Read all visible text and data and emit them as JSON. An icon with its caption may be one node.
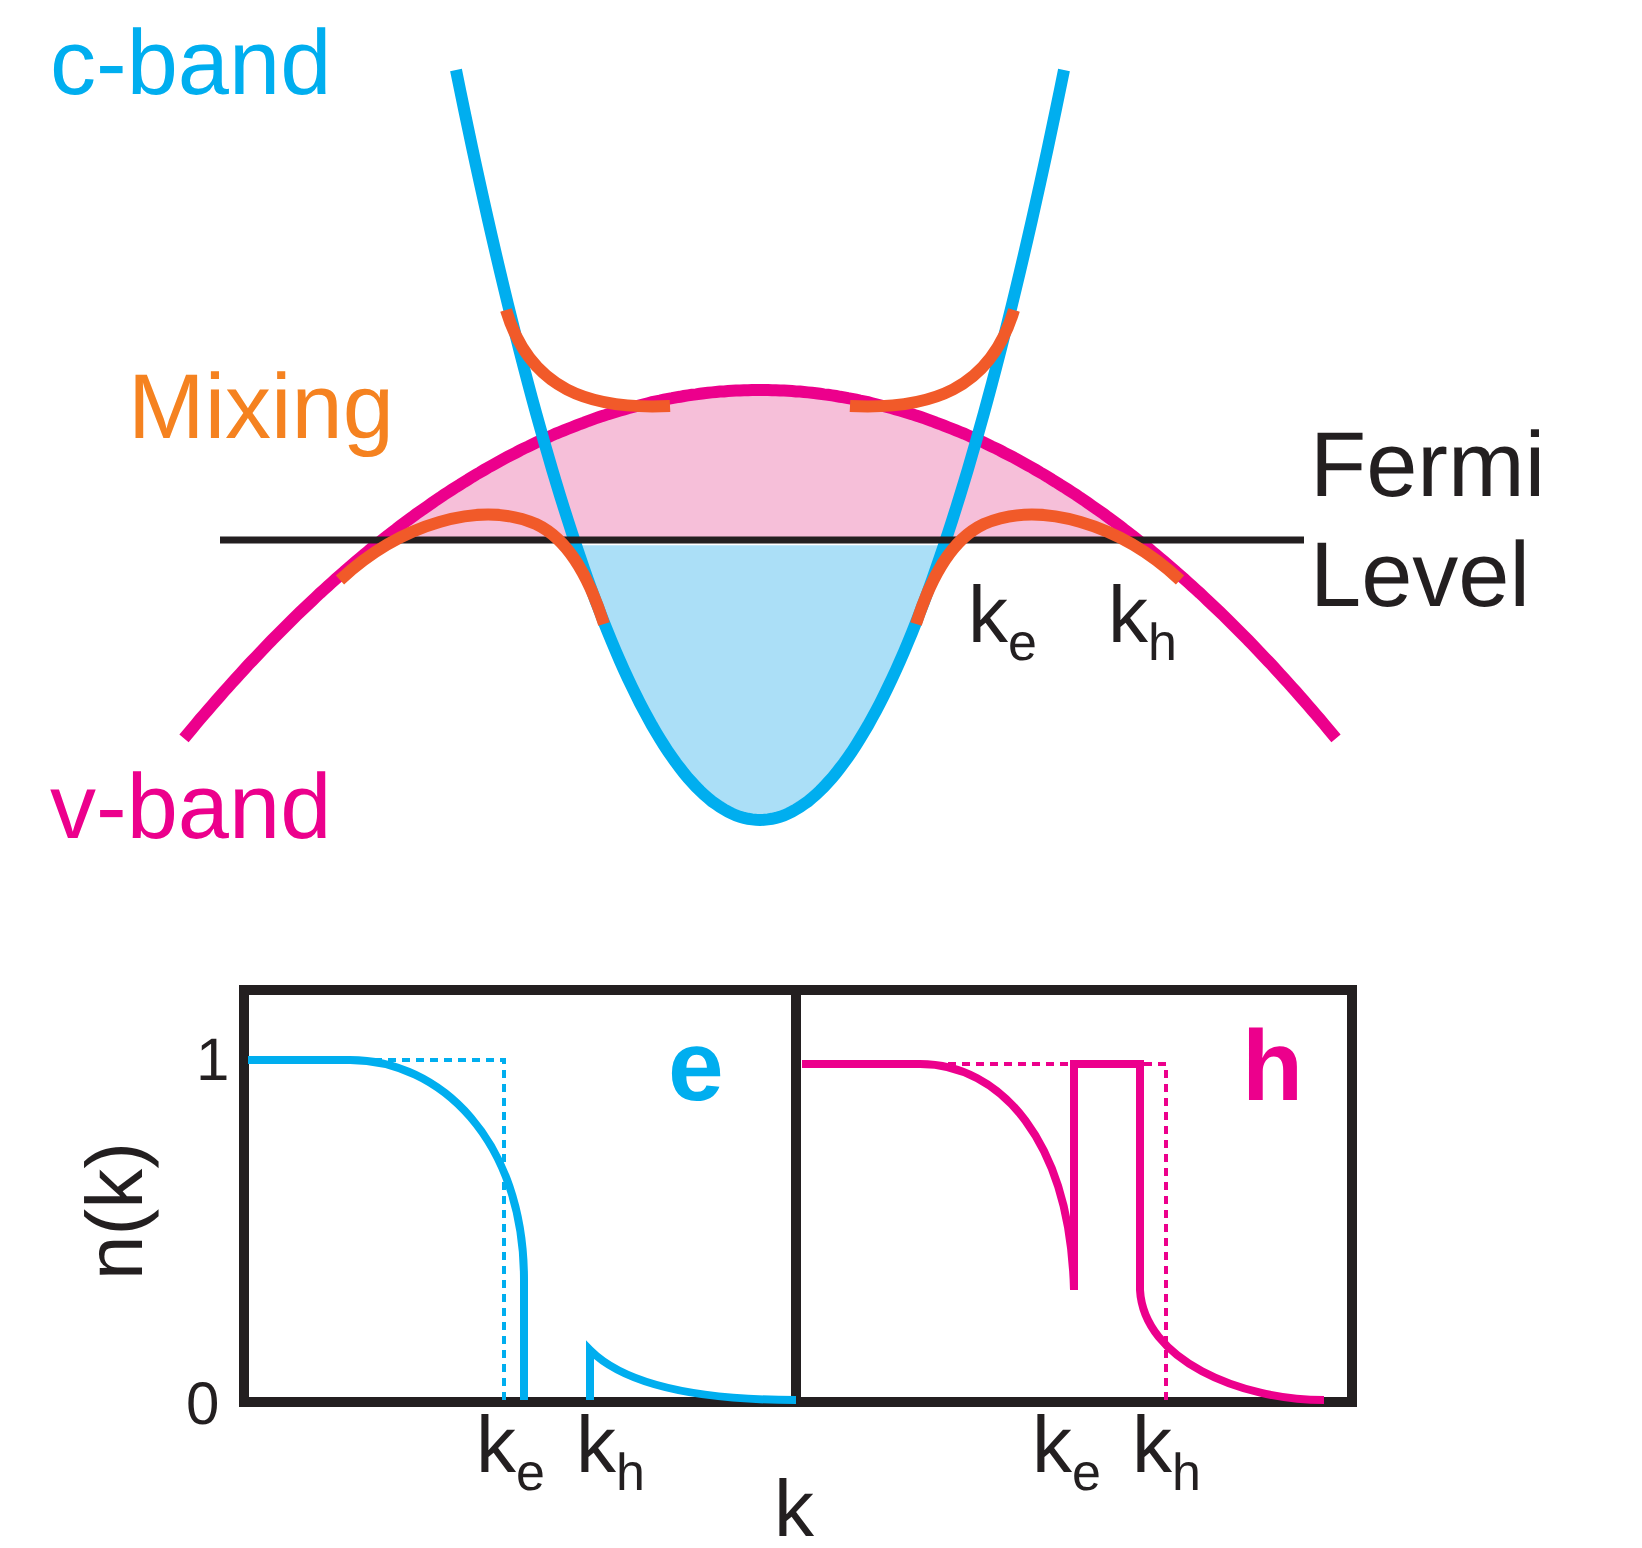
{
  "diagram": {
    "labels": [
      "c-band",
      "Mixing",
      "Fermi Level",
      "k$_{e}$",
      "k$_{h}$",
      "v-band",
      "1",
      "e",
      "h",
      "n(k)",
      "0",
      "k$_{e}$",
      "k$_{h}$",
      "k$_{e}$",
      "k$_{h}$",
      "k"
    ]
  }
}
